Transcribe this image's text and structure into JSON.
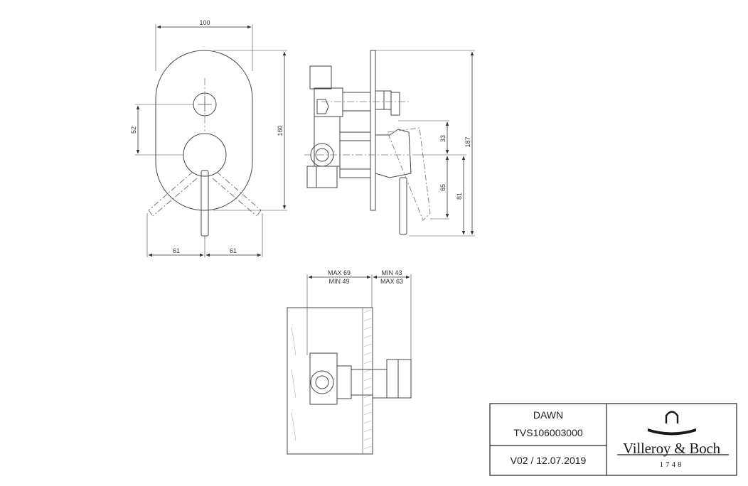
{
  "front_view": {
    "dim_width": "100",
    "dim_height": "160",
    "dim_spacing": "52",
    "dim_lever_left": "61",
    "dim_lever_right": "61"
  },
  "side_view": {
    "dim_total": "187",
    "dim_a": "33",
    "dim_b": "65",
    "dim_c": "81"
  },
  "bottom_view": {
    "dim_left_max": "MAX 69",
    "dim_left_min": "MIN 49",
    "dim_right_min": "MIN 43",
    "dim_right_max": "MAX 63"
  },
  "title_block": {
    "product": "DAWN",
    "code": "TVS106003000",
    "version": "V02 / 12.07.2019",
    "brand_name": "Villeroy & Boch",
    "brand_year": "1748",
    "logo_icon": "villeroy-boch-arch-logo"
  }
}
